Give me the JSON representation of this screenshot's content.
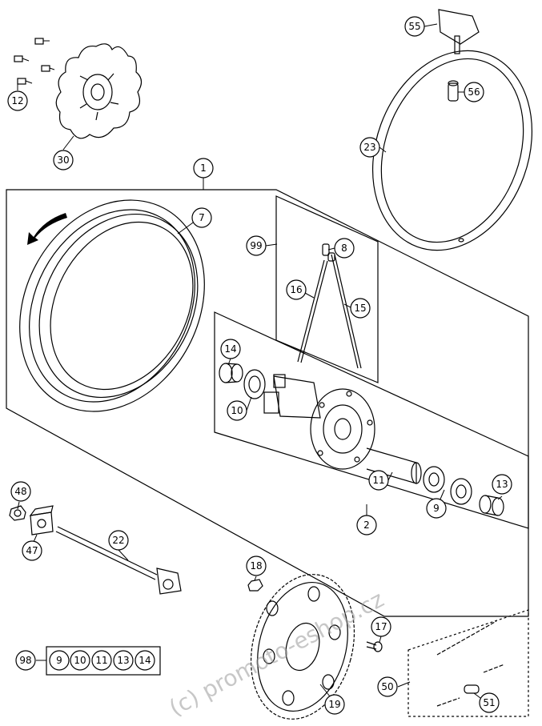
{
  "diagram": {
    "callouts": {
      "c1": "1",
      "c2": "2",
      "c7": "7",
      "c8": "8",
      "c9": "9",
      "c10": "10",
      "c11": "11",
      "c12": "12",
      "c13": "13",
      "c14": "14",
      "c15": "15",
      "c16": "16",
      "c17": "17",
      "c18": "18",
      "c19": "19",
      "c22": "22",
      "c23": "23",
      "c30": "30",
      "c47": "47",
      "c48": "48",
      "c50": "50",
      "c51": "51",
      "c55": "55",
      "c56": "56",
      "c98": "98",
      "c99": "99"
    },
    "set98": [
      "9",
      "10",
      "11",
      "13",
      "14"
    ],
    "watermark": "(c) promoto-eshop.cz"
  }
}
